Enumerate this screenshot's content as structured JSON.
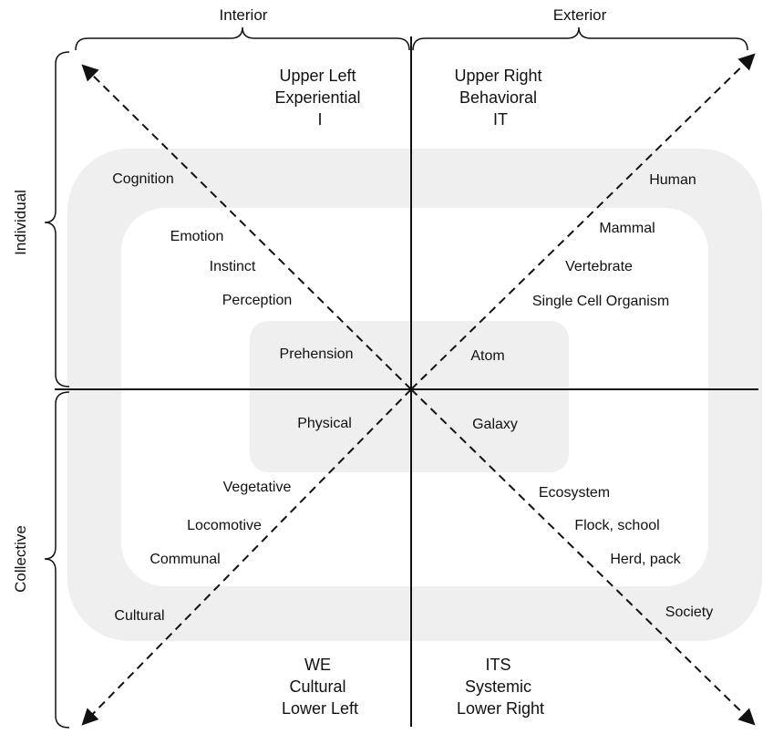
{
  "axes": {
    "top_left": "Interior",
    "top_right": "Exterior",
    "left_top": "Individual",
    "left_bottom": "Collective"
  },
  "quadrants": {
    "upper_left": [
      "Upper Left",
      "Experiential",
      "I"
    ],
    "upper_right": [
      "Upper Right",
      "Behavioral",
      "IT"
    ],
    "lower_left": [
      "WE",
      "Cultural",
      "Lower Left"
    ],
    "lower_right": [
      "ITS",
      "Systemic",
      "Lower Right"
    ]
  },
  "upper_left_items": [
    "Cognition",
    "Emotion",
    "Instinct",
    "Perception",
    "Prehension"
  ],
  "upper_right_items": [
    "Human",
    "Mammal",
    "Vertebrate",
    "Single Cell Organism",
    "Atom"
  ],
  "lower_left_items": [
    "Physical",
    "Vegetative",
    "Locomotive",
    "Communal",
    "Cultural"
  ],
  "lower_right_items": [
    "Galaxy",
    "Ecosystem",
    "Flock, school",
    "Herd, pack",
    "Society"
  ],
  "colors": {
    "band_fill": "#efefef",
    "inner_fill": "#ffffff",
    "center_fill": "#efefef",
    "line": "#111111"
  }
}
